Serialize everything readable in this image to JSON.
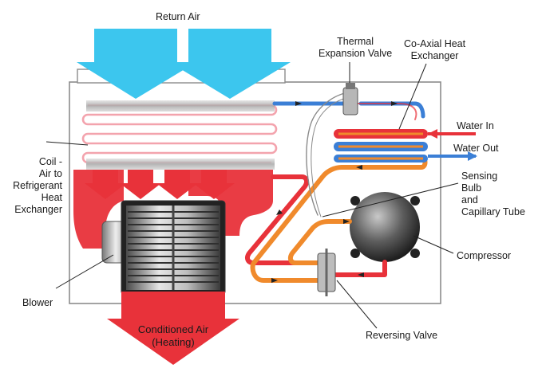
{
  "labels": {
    "return_air": "Return Air",
    "thermal_expansion_valve": [
      "Thermal",
      "Expansion Valve"
    ],
    "coaxial_heat_exchanger": [
      "Co-Axial Heat",
      "Exchanger"
    ],
    "water_in": "Water In",
    "water_out": "Water Out",
    "sensing_bulb": [
      "Sensing",
      "Bulb",
      "and",
      "Capillary Tube"
    ],
    "coil": [
      "Coil -",
      "Air to",
      "Refrigerant",
      "Heat",
      "Exchanger"
    ],
    "compressor": "Compressor",
    "blower": "Blower",
    "conditioned_air": [
      "Conditioned Air",
      "(Heating)"
    ],
    "reversing_valve": "Reversing Valve"
  },
  "colors": {
    "air_in": "#3cc6ee",
    "hot_air": "#e8323a",
    "hot_gas": "#e8323a",
    "liquid": "#f08a2c",
    "cold_pipe": "#3b7fd6",
    "cabinet": "#9a9a9a"
  }
}
